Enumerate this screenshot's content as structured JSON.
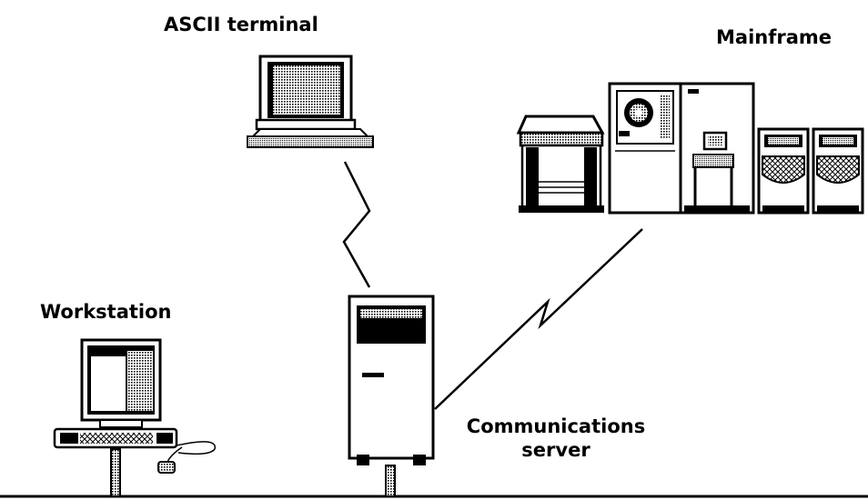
{
  "labels": {
    "ascii_terminal": "ASCII terminal",
    "mainframe": "Mainframe",
    "workstation": "Workstation",
    "communications_server": {
      "line1": "Communications",
      "line2": "server"
    }
  },
  "colors": {
    "ink": "#000000",
    "background": "#ffffff",
    "shade": "#b8b8b8",
    "light": "#e8e8e8"
  },
  "icons": [
    "ascii-terminal-icon",
    "mainframe-icon",
    "workstation-icon",
    "communications-server-icon",
    "mouse-icon"
  ]
}
